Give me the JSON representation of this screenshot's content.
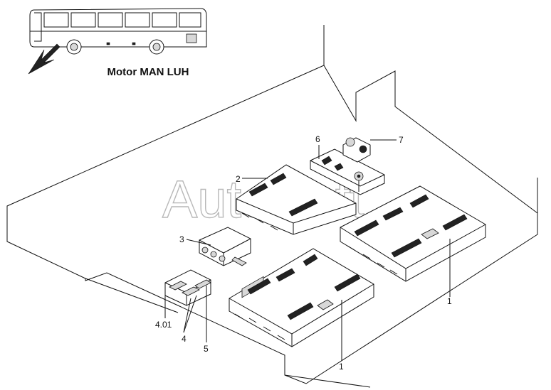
{
  "title": "Motor MAN LUH",
  "watermark": "AutoSoft",
  "callouts": {
    "c1a": "1",
    "c1b": "1",
    "c2": "2",
    "c3": "3",
    "c4": "4",
    "c401": "4.01",
    "c5": "5",
    "c6": "6",
    "c7": "7"
  },
  "icons": [
    "bus-icon",
    "direction-arrow-icon"
  ]
}
